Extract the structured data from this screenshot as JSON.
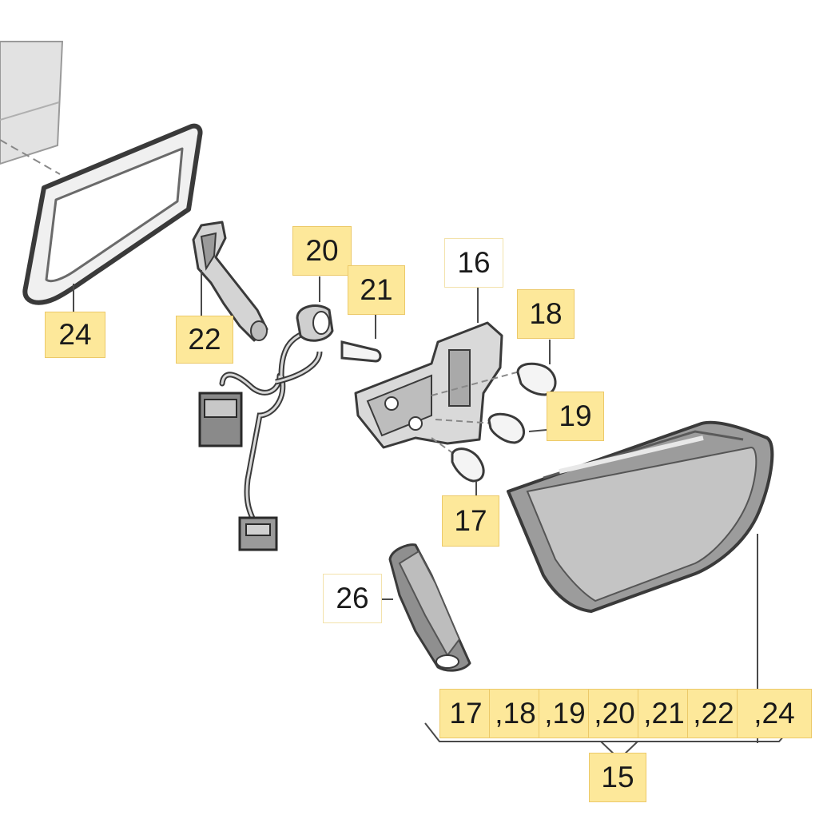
{
  "diagram": {
    "colors": {
      "highlight": "#fde89a",
      "highlight_border": "#ecc969",
      "line": "#4a4a4a",
      "part_fill": "#dcdcdc",
      "part_dark": "#8a8a8a"
    },
    "callouts": {
      "gasket_top": "24",
      "bracket_top": "22",
      "socket_top": "20",
      "bulb_small_top": "21",
      "holder": "16",
      "bulb_right_top": "18",
      "bulb_right_bottom": "19",
      "bulb_lower": "17",
      "trim": "26",
      "assembly": "15"
    },
    "assembly_parts": [
      "17",
      ",18",
      ",19",
      ",20",
      ",21",
      ",22",
      ",24"
    ],
    "parts": [
      {
        "name": "gasket",
        "icon": "gasket-frame"
      },
      {
        "name": "bracket",
        "icon": "bracket"
      },
      {
        "name": "wiring-harness",
        "icon": "wire-harness"
      },
      {
        "name": "bulb-socket",
        "icon": "socket"
      },
      {
        "name": "bulb-holder",
        "icon": "bulb-carrier"
      },
      {
        "name": "tail-lamp",
        "icon": "lamp-housing"
      },
      {
        "name": "trim-strip",
        "icon": "trim"
      }
    ]
  }
}
